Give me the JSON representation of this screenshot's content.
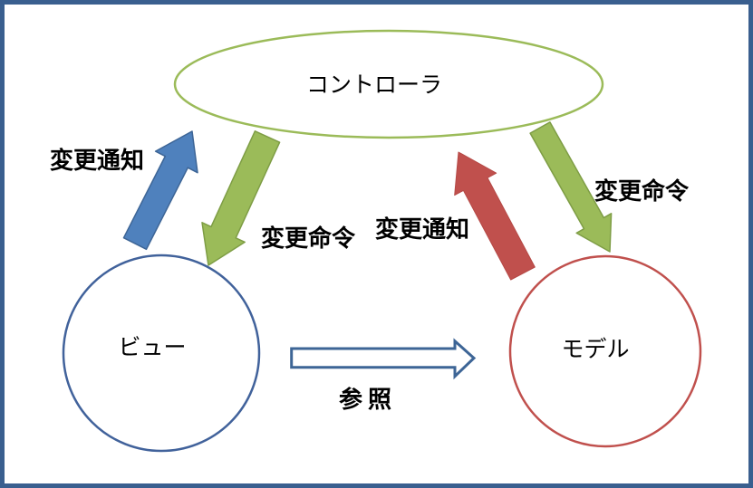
{
  "diagram": {
    "kind": "mvc-architecture",
    "nodes": {
      "controller": {
        "label": "コントローラ",
        "shape": "ellipse"
      },
      "view": {
        "label": "ビュー",
        "shape": "circle"
      },
      "model": {
        "label": "モデル",
        "shape": "circle"
      }
    },
    "edges": {
      "view_to_controller": {
        "label": "変更通知",
        "color_name": "blue"
      },
      "controller_to_view": {
        "label": "変更命令",
        "color_name": "green"
      },
      "model_to_controller": {
        "label": "変更通知",
        "color_name": "red"
      },
      "controller_to_model": {
        "label": "変更命令",
        "color_name": "green"
      },
      "view_to_model": {
        "label": "参照",
        "color_name": "hollow-blue"
      }
    },
    "colors": {
      "green": "#9BBB59",
      "green_dark": "#7E9D45",
      "blue": "#4F81BD",
      "blue_dark": "#3D6596",
      "red": "#C0504D",
      "red_dark": "#B54946",
      "node_blue": "#41629B",
      "frame": "#3A5F8F",
      "background": "#FFFFFF",
      "text": "#000000"
    }
  }
}
